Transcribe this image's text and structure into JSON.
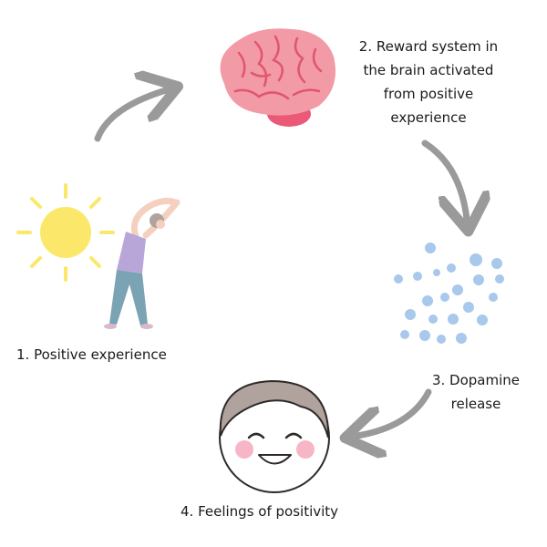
{
  "steps": [
    {
      "number": "1.",
      "text": "Positive experience"
    },
    {
      "number": "2.",
      "lines": [
        "Reward system in",
        "the brain activated",
        "from positive",
        "experience"
      ]
    },
    {
      "number": "3.",
      "lines": [
        "Dopamine",
        "release"
      ]
    },
    {
      "number": "4.",
      "text": "Feelings of positivity"
    }
  ],
  "labels": {
    "step1": "1. Positive experience",
    "step2_line1": "2. Reward system in",
    "step2_line2": "the brain activated",
    "step2_line3": "from positive",
    "step2_line4": "experience",
    "step3_line1": "3. Dopamine",
    "step3_line2": "release",
    "step4": "4. Feelings of positivity"
  },
  "icons": [
    "sun-icon",
    "stretching-woman-icon",
    "brain-icon",
    "dopamine-dots-icon",
    "smiling-face-icon",
    "arrow-icon"
  ],
  "colors": {
    "sun": "#fbe86a",
    "brain": "#f29aa6",
    "brain_lines": "#e0566e",
    "brain_stem": "#ea5a77",
    "dots": "#a8c8ec",
    "arrows": "#9a9a9a",
    "hair": "#b0a29c",
    "shirt": "#b9a6d8",
    "pants": "#7aa3b3",
    "blush": "#f7b6c6"
  }
}
